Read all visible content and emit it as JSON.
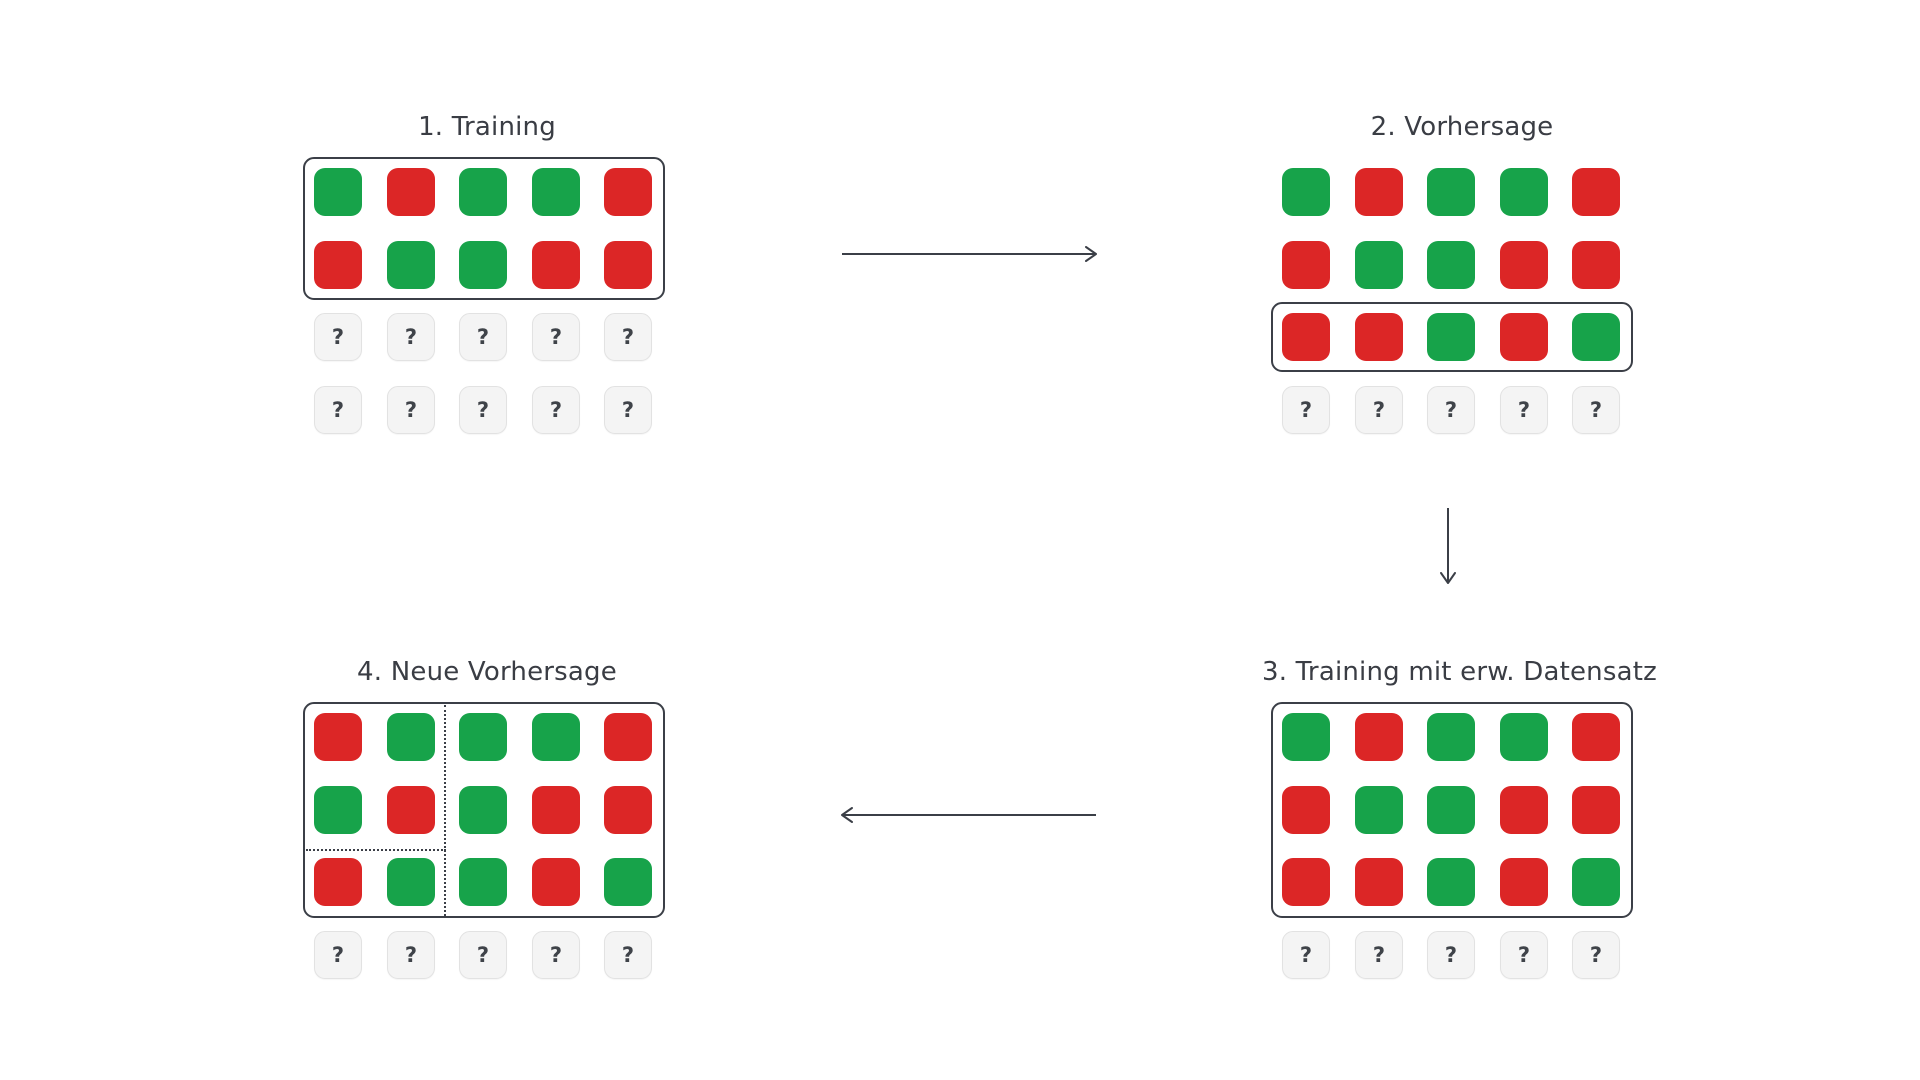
{
  "colors": {
    "green": "#17a34a",
    "red": "#dc2626",
    "unknown": "#f4f4f4",
    "frame": "#3b3f47",
    "text": "#3a3d44"
  },
  "unknown_symbol": "?",
  "panels": [
    {
      "id": "training",
      "title": "1. Training",
      "rows": [
        [
          "green",
          "red",
          "green",
          "green",
          "red"
        ],
        [
          "red",
          "green",
          "green",
          "red",
          "red"
        ],
        [
          "unknown",
          "unknown",
          "unknown",
          "unknown",
          "unknown"
        ],
        [
          "unknown",
          "unknown",
          "unknown",
          "unknown",
          "unknown"
        ]
      ],
      "framed_rows": [
        0,
        1
      ]
    },
    {
      "id": "vorhersage",
      "title": "2. Vorhersage",
      "rows": [
        [
          "green",
          "red",
          "green",
          "green",
          "red"
        ],
        [
          "red",
          "green",
          "green",
          "red",
          "red"
        ],
        [
          "red",
          "red",
          "green",
          "red",
          "green"
        ],
        [
          "unknown",
          "unknown",
          "unknown",
          "unknown",
          "unknown"
        ]
      ],
      "framed_rows": [
        2,
        2
      ]
    },
    {
      "id": "training-erweitert",
      "title": "3. Training mit erw. Datensatz",
      "rows": [
        [
          "green",
          "red",
          "green",
          "green",
          "red"
        ],
        [
          "red",
          "green",
          "green",
          "red",
          "red"
        ],
        [
          "red",
          "red",
          "green",
          "red",
          "green"
        ],
        [
          "unknown",
          "unknown",
          "unknown",
          "unknown",
          "unknown"
        ]
      ],
      "framed_rows": [
        0,
        2
      ]
    },
    {
      "id": "neue-vorhersage",
      "title": "4. Neue Vorhersage",
      "rows": [
        [
          "red",
          "green",
          "green",
          "green",
          "red"
        ],
        [
          "green",
          "red",
          "green",
          "red",
          "red"
        ],
        [
          "red",
          "green",
          "green",
          "red",
          "green"
        ],
        [
          "unknown",
          "unknown",
          "unknown",
          "unknown",
          "unknown"
        ]
      ],
      "framed_rows": [
        0,
        2
      ],
      "subdivided": true
    }
  ],
  "arrows": [
    {
      "from": "training",
      "to": "vorhersage",
      "direction": "right"
    },
    {
      "from": "vorhersage",
      "to": "training-erweitert",
      "direction": "down"
    },
    {
      "from": "training-erweitert",
      "to": "neue-vorhersage",
      "direction": "left"
    }
  ]
}
